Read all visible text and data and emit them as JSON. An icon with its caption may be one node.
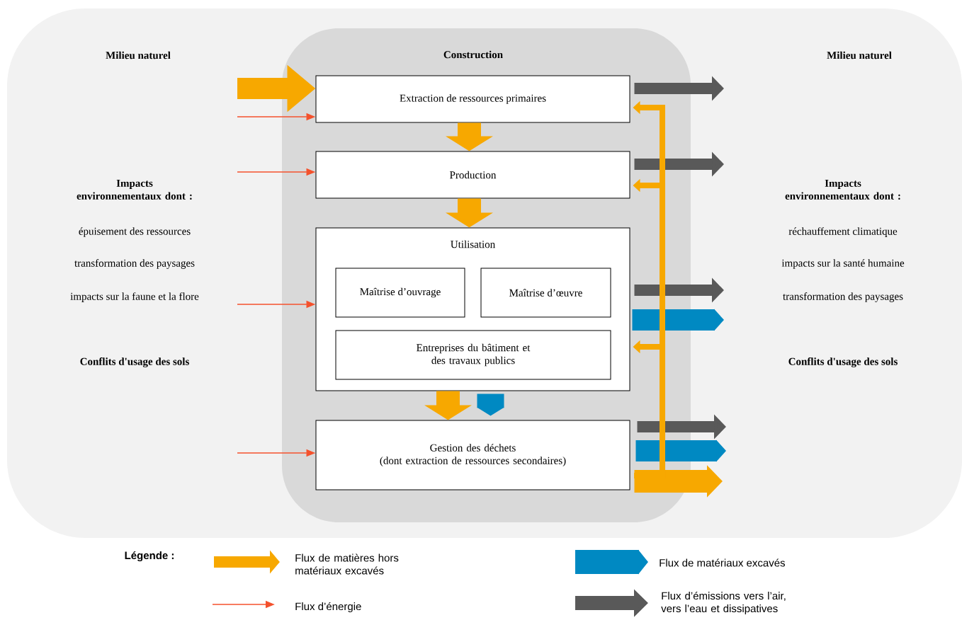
{
  "diagram": {
    "nodes": [
      {
        "text": [
          "Construction"
        ]
      },
      {
        "text": [
          "Extraction de ressources primaires"
        ],
        "in": 0
      },
      {
        "text": [
          "Production"
        ],
        "in": 0
      },
      {
        "text": [
          "Utilisation"
        ],
        "in": 0
      },
      {
        "text": [
          "Maîtrise d’ouvrage"
        ],
        "in": 3
      },
      {
        "text": [
          "Maîtrise d’œuvre"
        ],
        "in": 3
      },
      {
        "text": [
          "Entreprises du bâtiment et des travaux publics"
        ],
        "in": 3
      },
      {
        "text": [
          "Gestion des déchets (dont extraction de ressources secondaires)"
        ],
        "in": 0
      }
    ],
    "edges": [
      {
        "from": null,
        "to": 1,
        "arrow": "to",
        "style": "thick"
      },
      {
        "from": null,
        "to": 1,
        "arrow": "to",
        "color": "#f4512c"
      },
      {
        "from": null,
        "to": 2,
        "arrow": "to",
        "color": "#f4512c"
      },
      {
        "from": null,
        "to": 3,
        "arrow": "to",
        "color": "#f4512c"
      },
      {
        "from": null,
        "to": 7,
        "arrow": "to",
        "color": "#f4512c"
      },
      {
        "from": 1,
        "to": 2,
        "arrow": "to",
        "style": "thick"
      },
      {
        "from": 2,
        "to": 3,
        "arrow": "to",
        "style": "thick"
      },
      {
        "from": 3,
        "to": 7,
        "arrow": "to",
        "style": "thick"
      },
      {
        "from": 3,
        "to": 7,
        "arrow": "to",
        "style": "thick",
        "color": "#0089c2"
      },
      {
        "from": 1,
        "to": null,
        "arrow": "to",
        "color": "#595959"
      },
      {
        "from": 2,
        "to": null,
        "arrow": "to",
        "color": "#595959"
      },
      {
        "from": 3,
        "to": null,
        "arrow": "to",
        "color": "#595959"
      },
      {
        "from": 3,
        "to": null,
        "arrow": "to",
        "style": "thick",
        "color": "#0089c2"
      },
      {
        "from": 7,
        "to": null,
        "arrow": "to",
        "color": "#595959"
      },
      {
        "from": 7,
        "to": null,
        "arrow": "to",
        "style": "thick",
        "color": "#0089c2"
      },
      {
        "from": 7,
        "to": null,
        "arrow": "to",
        "style": "thick"
      },
      {
        "from": 7,
        "to": 1,
        "arrow": "to"
      },
      {
        "from": 7,
        "to": 2,
        "arrow": "to"
      },
      {
        "from": 7,
        "to": 3,
        "arrow": "to"
      }
    ],
    "labels": [
      "Milieu naturel",
      "Impacts environnementaux dont :",
      "épuisement des ressources",
      "transformation des paysages",
      "impacts sur la faune et la flore",
      "Conflits d'usage des sols",
      "Milieu naturel",
      "Impacts environnementaux dont :",
      "réchauffement climatique",
      "impacts sur la santé humaine",
      "transformation des paysages",
      "Conflits d'usage des sols",
      "Légende :"
    ],
    "legend": [
      {
        "text": "Flux de matières hors matériaux excavés"
      },
      {
        "text": "Flux de matériaux excavés"
      },
      {
        "text": "Flux d’énergie"
      },
      {
        "text": "Flux d’émissions vers l’air, vers l’eau et dissipatives"
      }
    ]
  }
}
